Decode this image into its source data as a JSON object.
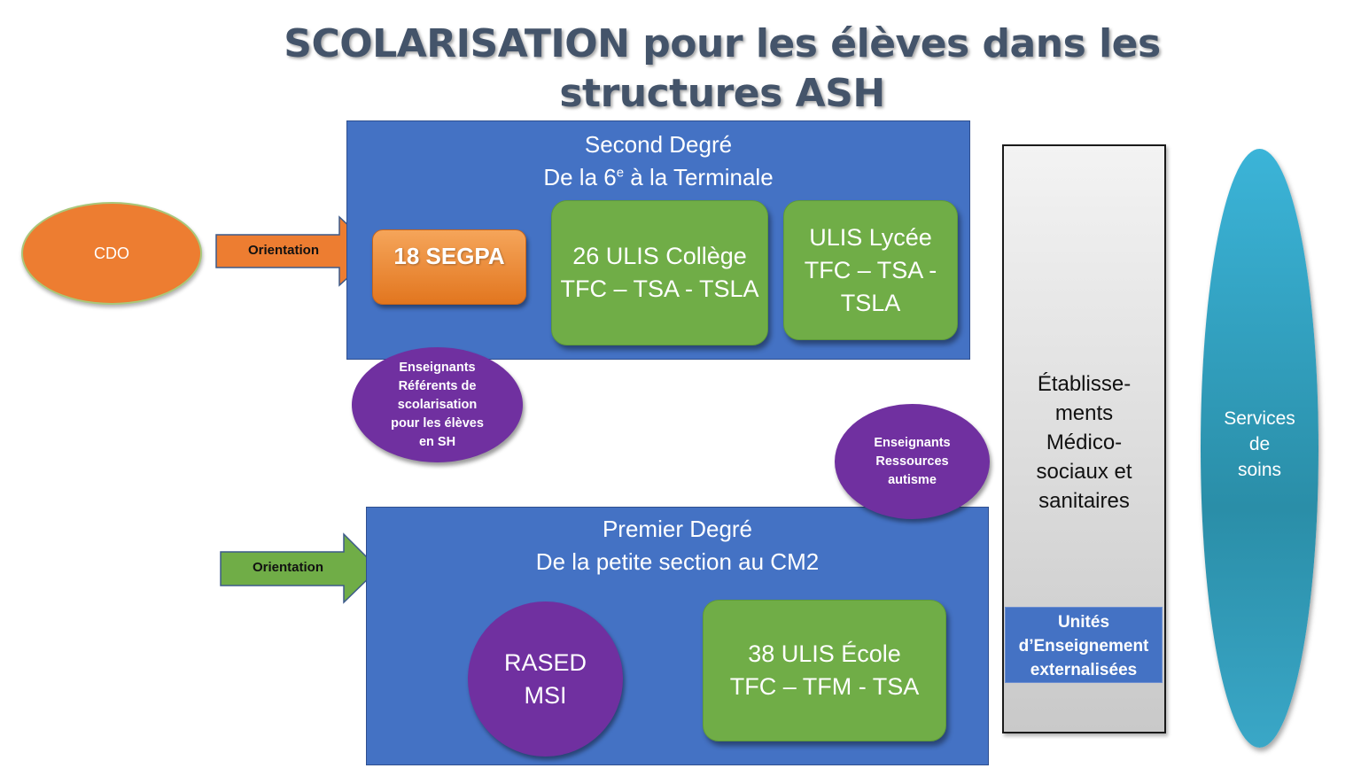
{
  "title": {
    "line1": "SCOLARISATION pour les élèves dans les",
    "line2": "structures ASH"
  },
  "second_degre": {
    "heading": "Second Degré",
    "subheading_prefix": "De la 6",
    "subheading_sup": "e",
    "subheading_suffix": " à la Terminale",
    "segpa": "18 SEGPA",
    "ulis_college": {
      "line1": "26 ULIS Collège",
      "line2": "TFC – TSA - TSLA"
    },
    "ulis_lycee": {
      "line1": "ULIS Lycée",
      "line2": "TFC – TSA -",
      "line3": "TSLA"
    }
  },
  "premier_degre": {
    "heading": "Premier Degré",
    "subheading": "De la petite section au CM2",
    "rased": {
      "line1": "RASED",
      "line2": "MSI"
    },
    "ulis_ecole": {
      "line1": "38 ULIS École",
      "line2": "TFC – TFM - TSA"
    }
  },
  "cdo": "CDO",
  "arrows": {
    "top_label": "Orientation",
    "bottom_label": "Orientation"
  },
  "referents": {
    "line1": "Enseignants",
    "line2": "Référents de",
    "line3": "scolarisation",
    "line4": "pour les élèves",
    "line5": "en SH"
  },
  "ressources": {
    "line1": "Enseignants",
    "line2": "Ressources",
    "line3": "autisme"
  },
  "etablissements": {
    "line1": "Établisse-",
    "line2": "ments",
    "line3": "Médico-",
    "line4": "sociaux et",
    "line5": "sanitaires"
  },
  "unites": {
    "line1": "Unités",
    "line2": "d’Enseignement",
    "line3": "externalisées"
  },
  "services": {
    "line1": "Services",
    "line2": "de",
    "line3": "soins"
  },
  "colors": {
    "title": "#44546a",
    "panel_blue": "#4472c4",
    "green": "#70ad47",
    "orange": "#ed7d31",
    "purple": "#7030a0",
    "teal": "#3aa7c7"
  }
}
